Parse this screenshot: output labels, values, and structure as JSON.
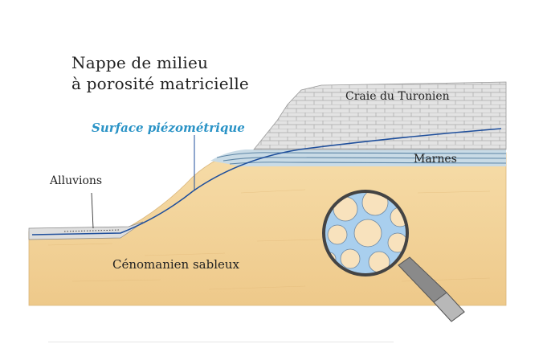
{
  "title": {
    "line1": "Nappe de milieu",
    "line2": "à porosité matricielle"
  },
  "labels": {
    "craie": "Craie du Turonien",
    "marnes": "Marnes",
    "alluvions": "Alluvions",
    "cenomanien": "Cénomanien sableux",
    "surface": "Surface piézométrique"
  },
  "colors": {
    "sand": "#f2d29a",
    "chalk": "#dcdcdc",
    "marl": "#8fb3c9",
    "water": "#2a93c6",
    "piezo_line": "#1f4f9c",
    "lens_fill": "#a9cfee"
  }
}
